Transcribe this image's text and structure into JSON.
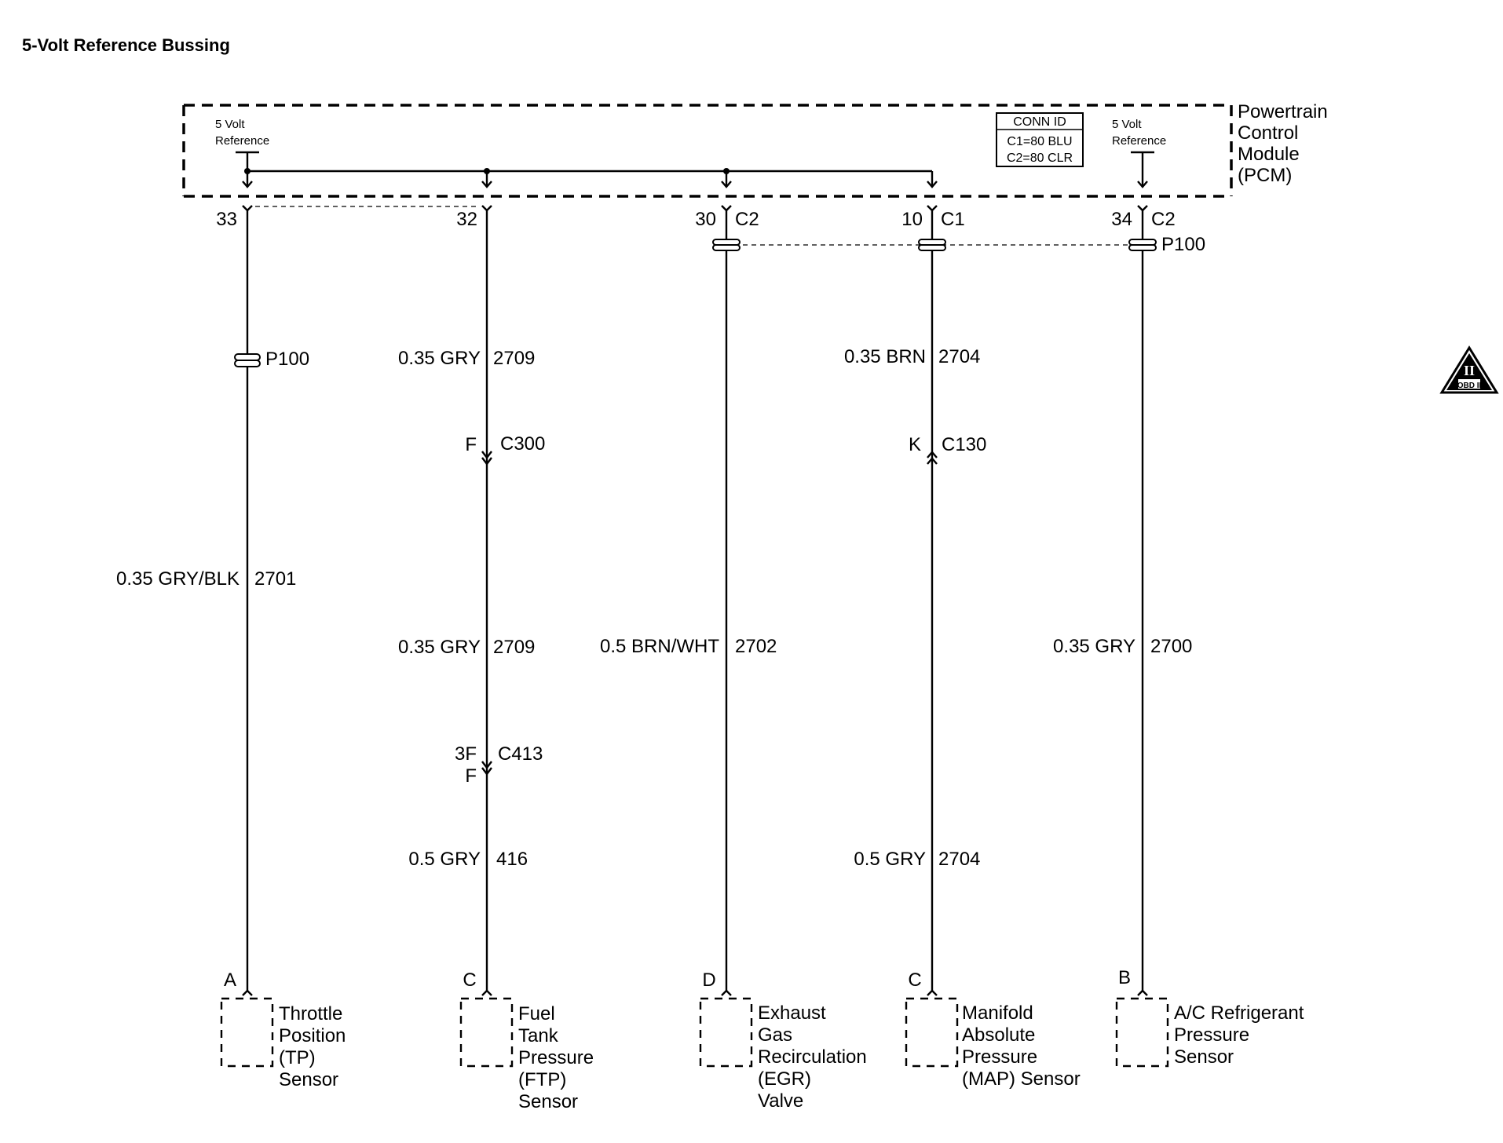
{
  "title": "5-Volt Reference Bussing",
  "module": {
    "name_lines": [
      "Powertrain",
      "Control",
      "Module",
      "(PCM)"
    ],
    "conn_id": {
      "header": "CONN ID",
      "lines": [
        "C1=80 BLU",
        "C2=80 CLR"
      ]
    },
    "reference_left": [
      "5 Volt",
      "Reference"
    ],
    "reference_right": [
      "5 Volt",
      "Reference"
    ]
  },
  "obd_badge": {
    "roman": "II",
    "text": "OBD II"
  },
  "circuits": [
    {
      "pin": "33",
      "connector": "",
      "labels": [
        {
          "kind": "splice",
          "name": "P100"
        },
        {
          "kind": "wire",
          "color": "0.35 GRY/BLK",
          "circuit": "2701"
        }
      ],
      "end_pin": "A",
      "component": [
        "Throttle",
        "Position",
        "(TP)",
        "Sensor"
      ]
    },
    {
      "pin": "32",
      "connector": "",
      "labels": [
        {
          "kind": "wire",
          "color": "0.35 GRY",
          "circuit": "2709"
        },
        {
          "kind": "connector",
          "pin": "F",
          "name": "C300"
        },
        {
          "kind": "wire",
          "color": "0.35 GRY",
          "circuit": "2709"
        },
        {
          "kind": "connector",
          "pin": "3F",
          "pin2": "F",
          "name": "C413"
        },
        {
          "kind": "wire",
          "color": "0.5 GRY",
          "circuit": "416"
        }
      ],
      "end_pin": "C",
      "component": [
        "Fuel",
        "Tank",
        "Pressure",
        "(FTP)",
        "Sensor"
      ]
    },
    {
      "pin": "30",
      "connector": "C2",
      "labels": [
        {
          "kind": "wire",
          "color": "0.5 BRN/WHT",
          "circuit": "2702"
        }
      ],
      "end_pin": "D",
      "component": [
        "Exhaust",
        "Gas",
        "Recirculation",
        "(EGR)",
        "Valve"
      ]
    },
    {
      "pin": "10",
      "connector": "C1",
      "labels": [
        {
          "kind": "wire",
          "color": "0.35 BRN",
          "circuit": "2704"
        },
        {
          "kind": "connector",
          "pin": "K",
          "name": "C130"
        },
        {
          "kind": "wire",
          "color": "0.5 GRY",
          "circuit": "2704"
        }
      ],
      "end_pin": "C",
      "component": [
        "Manifold",
        "Absolute",
        "Pressure",
        "(MAP) Sensor"
      ]
    },
    {
      "pin": "34",
      "connector": "C2",
      "labels": [
        {
          "kind": "splice",
          "name": "P100"
        },
        {
          "kind": "wire",
          "color": "0.35 GRY",
          "circuit": "2700"
        }
      ],
      "end_pin": "B",
      "component": [
        "A/C Refrigerant",
        "Pressure",
        "Sensor"
      ]
    }
  ]
}
